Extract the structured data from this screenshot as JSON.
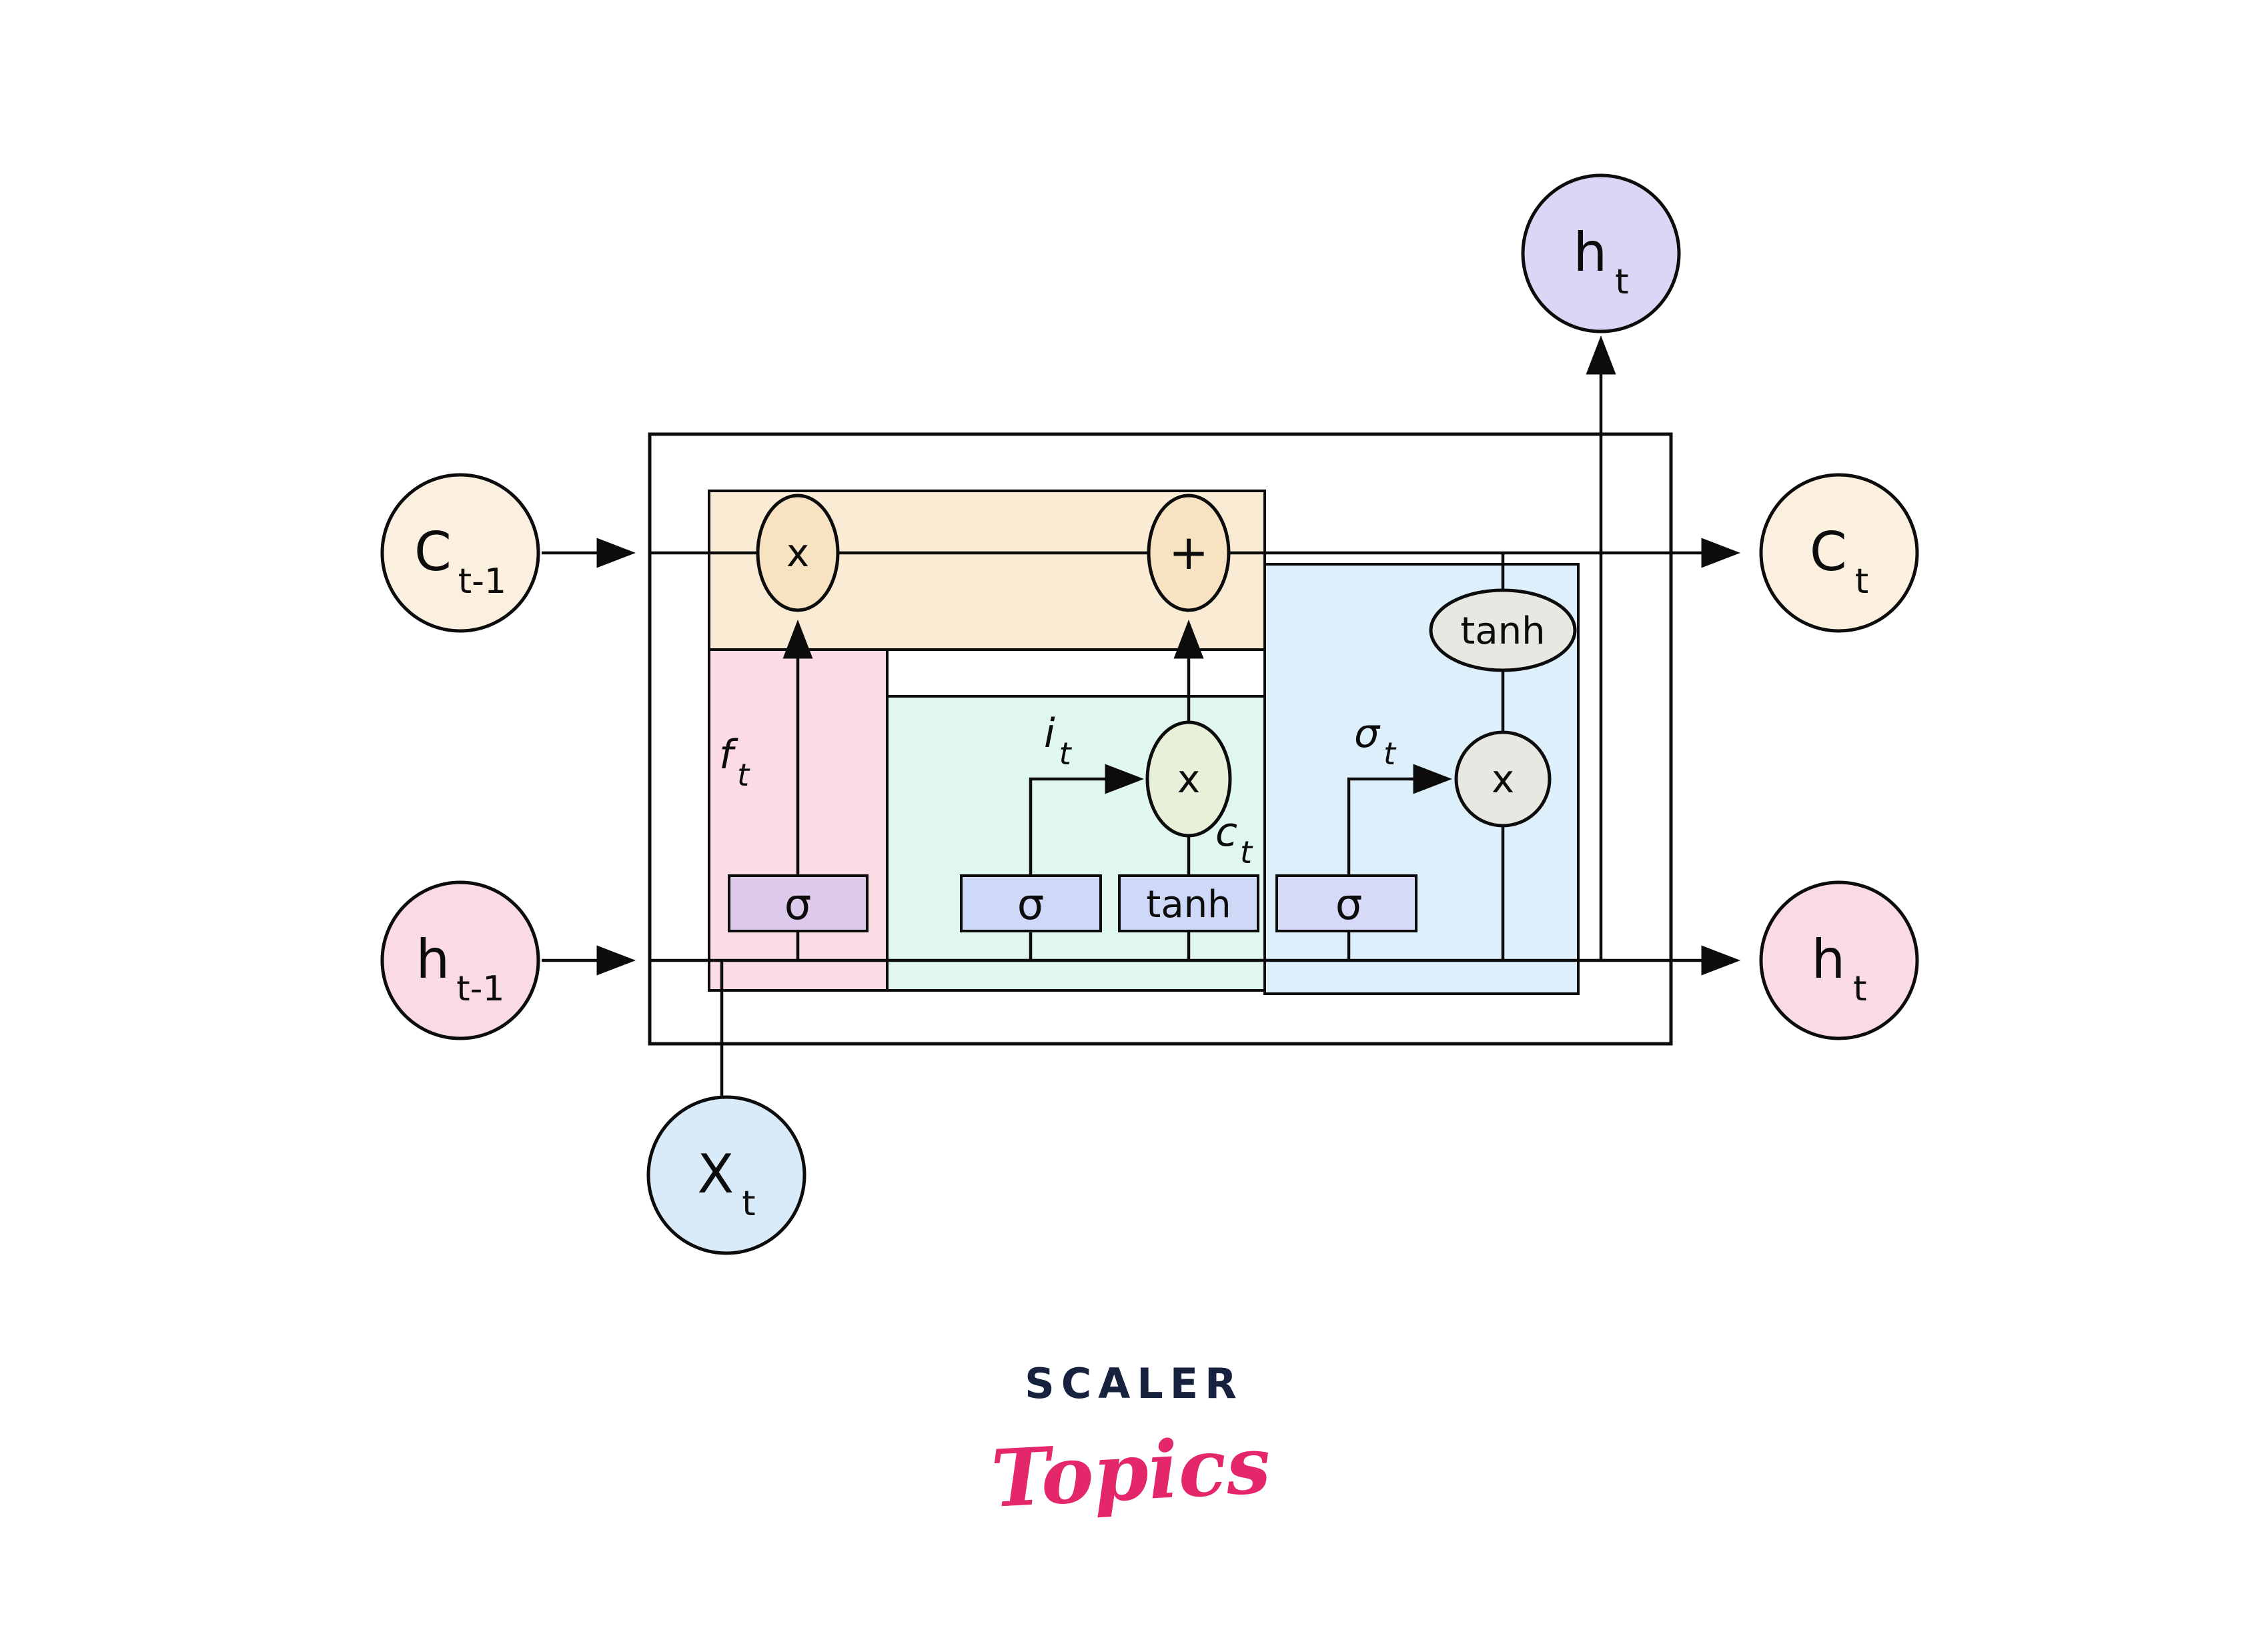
{
  "colors": {
    "line": "#0c0c0c",
    "band-bg": "#faecd4",
    "band-op": "#f7e2c2",
    "forget-bg": "#fbdce4",
    "forget-gate": "#ddcaea",
    "input-bg": "#e0f7f0",
    "input-gate": "#cdd9f6",
    "candidate-op": "#e9f0da",
    "output-bg": "#deeffc",
    "output-gate": "#d6d9f8",
    "output-op": "#e8e8e3",
    "node-cell": "#fbf0df",
    "node-hidden": "#fbdae8",
    "node-input": "#d9eaf9",
    "node-hidden-top": "#dcd6f6",
    "logo-navy": "#17223e",
    "logo-pink": "#e3276a"
  },
  "nodes": {
    "cell_prev": {
      "base": "C",
      "sub": "t-1"
    },
    "hidden_prev": {
      "base": "h",
      "sub": "t-1"
    },
    "input": {
      "base": "X",
      "sub": "t"
    },
    "hidden_top": {
      "base": "h",
      "sub": "t"
    },
    "cell_out": {
      "base": "C",
      "sub": "t"
    },
    "hidden_out": {
      "base": "h",
      "sub": "t"
    }
  },
  "operators": {
    "forget_multiply": "x",
    "state_add": "+",
    "candidate_multiply": "x",
    "output_tanh": "tanh",
    "output_multiply": "x"
  },
  "gates": {
    "forget_sigmoid": "σ",
    "input_sigmoid": "σ",
    "candidate_tanh": "tanh",
    "output_sigmoid": "σ"
  },
  "signals": {
    "forget": {
      "base": "f",
      "sub": "t"
    },
    "input": {
      "base": "i",
      "sub": "t"
    },
    "candidate": {
      "base": "c",
      "sub": "t"
    },
    "output": {
      "base": "σ",
      "sub": "t"
    }
  },
  "logo": {
    "brand": "SCALER",
    "product": "Topics"
  }
}
